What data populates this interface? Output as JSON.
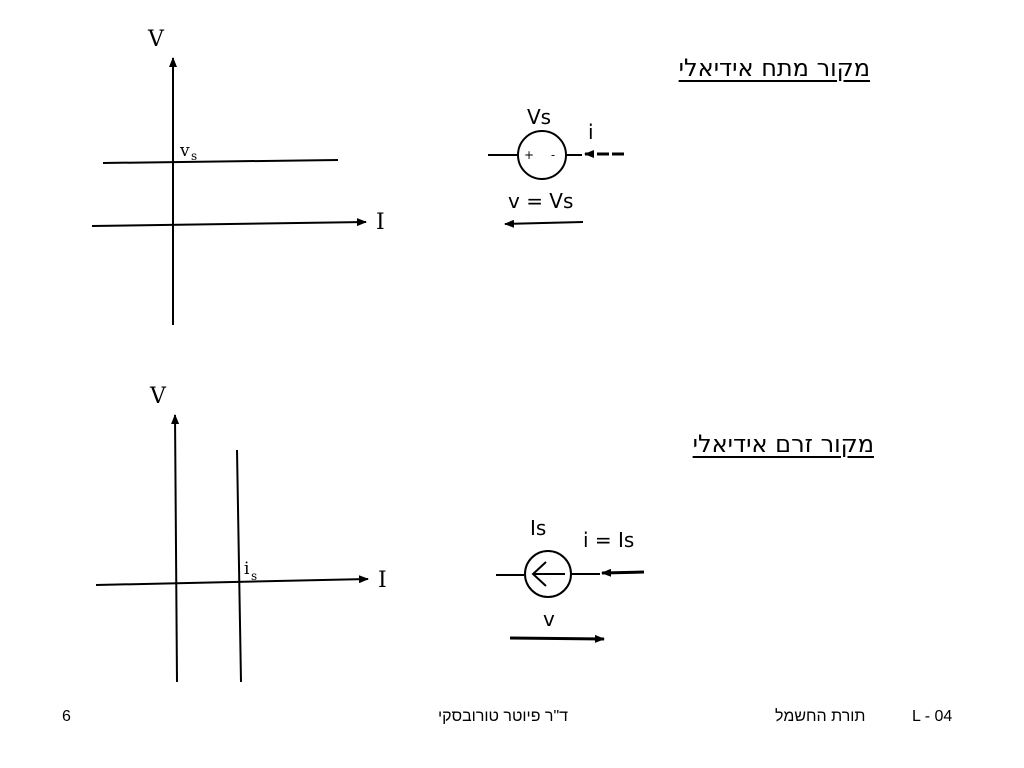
{
  "voltage_source": {
    "title": "מקור מתח אידיאלי",
    "graph": {
      "y_axis_label": "V",
      "x_axis_label": "I",
      "level_label": "v",
      "level_subscript": "s"
    },
    "symbol": {
      "name_label": "Vs",
      "current_label": "i",
      "plus_sign": "+",
      "minus_sign": "-",
      "voltage_label": "v = Vs"
    }
  },
  "current_source": {
    "title": "מקור זרם אידיאלי",
    "graph": {
      "y_axis_label": "V",
      "x_axis_label": "I",
      "level_label": "i",
      "level_subscript": "s"
    },
    "symbol": {
      "name_label": "Is",
      "current_label": "i = Is",
      "voltage_label": "v"
    }
  },
  "footer": {
    "page_number": "6",
    "author": "ד\"ר פיוטר טורובסקי",
    "course": "תורת החשמל",
    "lecture": "L - 04"
  }
}
